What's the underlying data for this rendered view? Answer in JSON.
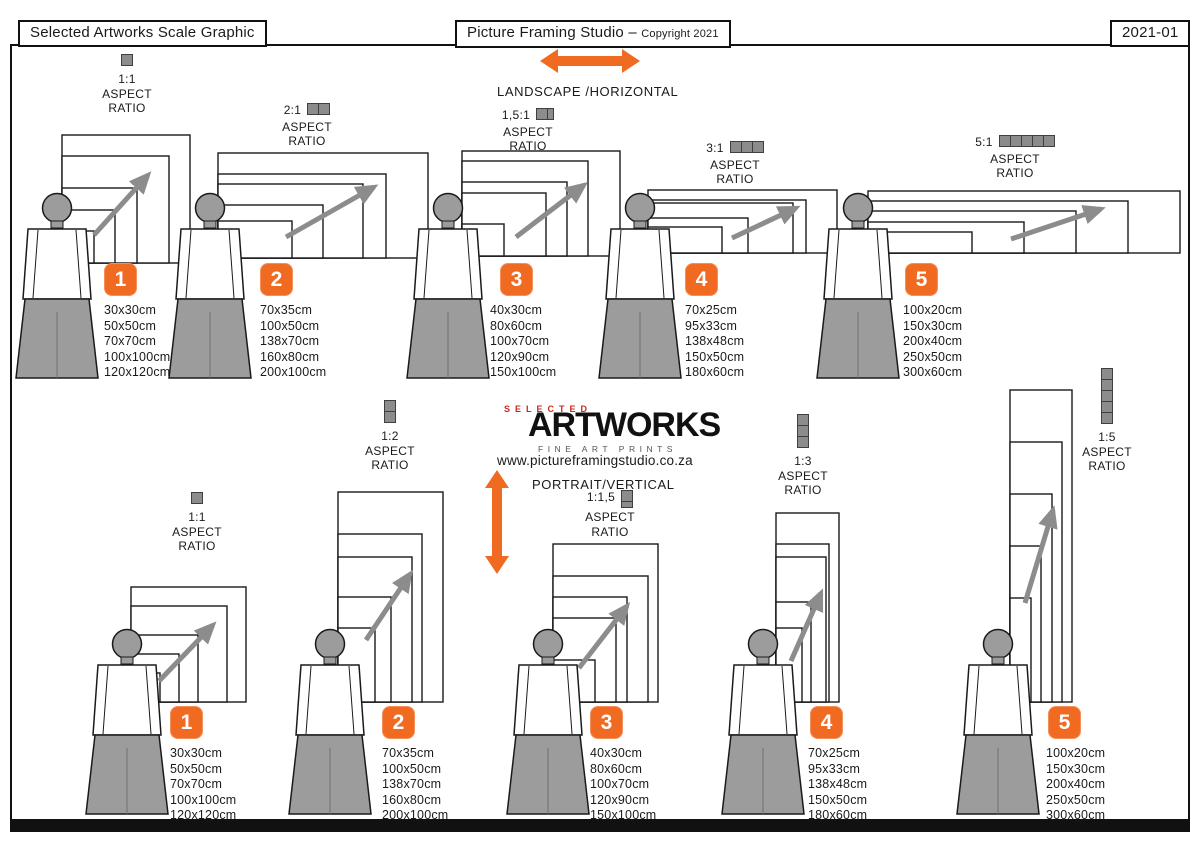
{
  "header": {
    "left_title": "Selected Artworks Scale Graphic",
    "center_title": "Picture Framing Studio – ",
    "center_copyright": "Copyright 2021",
    "doc_number": "2021-01"
  },
  "labels": {
    "aspect": "ASPECT",
    "ratio": "RATIO",
    "landscape": "LANDSCAPE /HORIZONTAL",
    "portrait": "PORTRAIT/VERTICAL"
  },
  "logo": {
    "selected": "SELECTED",
    "artworks": "ARTWORKS",
    "tagline": "FINE ART PRINTS",
    "website": "www.pictureframingstudio.co.za"
  },
  "colors": {
    "accent_orange": "#F16A22",
    "icon_gray": "#8C8C8C",
    "logo_red": "#C9281E",
    "ink": "#1A1A1A"
  },
  "landscape_groups": [
    {
      "number": "1",
      "ratio": "1:1",
      "sizes": [
        "30x30cm",
        "50x50cm",
        "70x70cm",
        "100x100cm",
        "120x120cm"
      ]
    },
    {
      "number": "2",
      "ratio": "2:1",
      "sizes": [
        "70x35cm",
        "100x50cm",
        "138x70cm",
        "160x80cm",
        "200x100cm"
      ]
    },
    {
      "number": "3",
      "ratio": "1,5:1",
      "sizes": [
        "40x30cm",
        "80x60cm",
        "100x70cm",
        "120x90cm",
        "150x100cm"
      ]
    },
    {
      "number": "4",
      "ratio": "3:1",
      "sizes": [
        "70x25cm",
        "95x33cm",
        "138x48cm",
        "150x50cm",
        "180x60cm"
      ]
    },
    {
      "number": "5",
      "ratio": "5:1",
      "sizes": [
        "100x20cm",
        "150x30cm",
        "200x40cm",
        "250x50cm",
        "300x60cm"
      ]
    }
  ],
  "portrait_groups": [
    {
      "number": "1",
      "ratio": "1:1",
      "sizes": [
        "30x30cm",
        "50x50cm",
        "70x70cm",
        "100x100cm",
        "120x120cm"
      ]
    },
    {
      "number": "2",
      "ratio": "1:2",
      "sizes": [
        "70x35cm",
        "100x50cm",
        "138x70cm",
        "160x80cm",
        "200x100cm"
      ]
    },
    {
      "number": "3",
      "ratio": "1:1,5",
      "sizes": [
        "40x30cm",
        "80x60cm",
        "100x70cm",
        "120x90cm",
        "150x100cm"
      ]
    },
    {
      "number": "4",
      "ratio": "1:3",
      "sizes": [
        "70x25cm",
        "95x33cm",
        "138x48cm",
        "150x50cm",
        "180x60cm"
      ]
    },
    {
      "number": "5",
      "ratio": "1:5",
      "sizes": [
        "100x20cm",
        "150x30cm",
        "200x40cm",
        "250x50cm",
        "300x60cm"
      ]
    }
  ]
}
